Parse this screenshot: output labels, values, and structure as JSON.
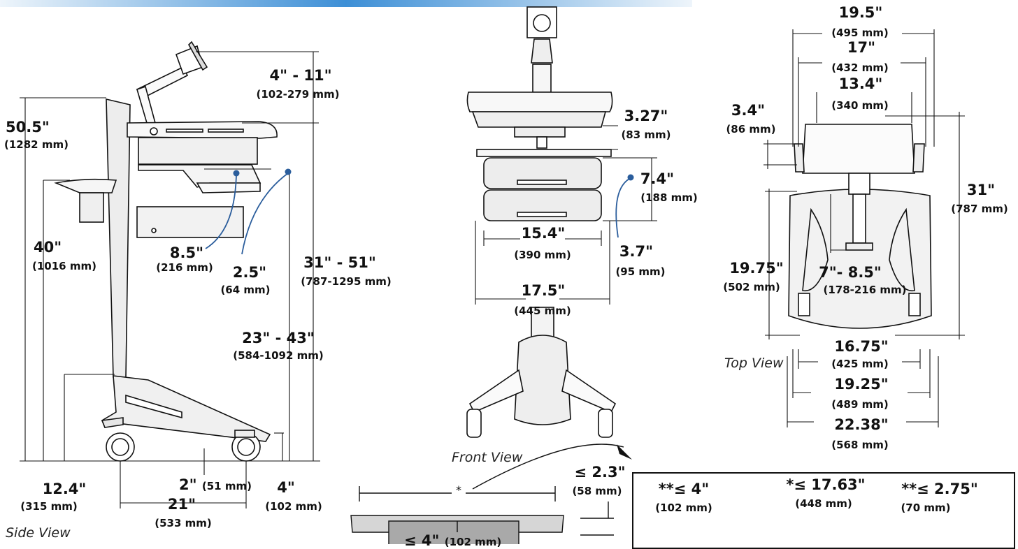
{
  "header_band": {
    "colors": [
      "#e8f1fa",
      "#3d8fd6",
      "#e8f1fa"
    ]
  },
  "views": {
    "side": "Side View",
    "front": "Front View",
    "top": "Top View"
  },
  "side": {
    "d_4_11": {
      "v": "4\" - 11\"",
      "mm": "(102-279 mm)"
    },
    "d_50_5": {
      "v": "50.5\"",
      "mm": "(1282 mm)"
    },
    "d_40": {
      "v": "40\"",
      "mm": "(1016 mm)"
    },
    "d_8_5": {
      "v": "8.5\"",
      "mm": "(216 mm)"
    },
    "d_2_5": {
      "v": "2.5\"",
      "mm": "(64 mm)"
    },
    "d_31_51": {
      "v": "31\" - 51\"",
      "mm": "(787-1295 mm)"
    },
    "d_23_43": {
      "v": "23\" - 43\"",
      "mm": "(584-1092 mm)"
    },
    "d_12_4": {
      "v": "12.4\"",
      "mm": "(315 mm)"
    },
    "d_2": {
      "v": "2\"",
      "mm": "(51 mm)"
    },
    "d_21": {
      "v": "21\"",
      "mm": "(533 mm)"
    },
    "d_4": {
      "v": "4\"",
      "mm": "(102 mm)"
    }
  },
  "front": {
    "d_3_27": {
      "v": "3.27\"",
      "mm": "(83 mm)"
    },
    "d_7_4": {
      "v": "7.4\"",
      "mm": "(188 mm)"
    },
    "d_15_4": {
      "v": "15.4\"",
      "mm": "(390 mm)"
    },
    "d_3_7": {
      "v": "3.7\"",
      "mm": "(95 mm)"
    },
    "d_17_5": {
      "v": "17.5\"",
      "mm": "(445 mm)"
    }
  },
  "top": {
    "d_19_5": {
      "v": "19.5\"",
      "mm": "(495 mm)"
    },
    "d_17": {
      "v": "17\"",
      "mm": "(432 mm)"
    },
    "d_13_4": {
      "v": "13.4\"",
      "mm": "(340 mm)"
    },
    "d_3_4": {
      "v": "3.4\"",
      "mm": "(86 mm)"
    },
    "d_31": {
      "v": "31\"",
      "mm": "(787 mm)"
    },
    "d_19_75": {
      "v": "19.75\"",
      "mm": "(502 mm)"
    },
    "d_7_8_5": {
      "v": "7\"- 8.5\"",
      "mm": "(178-216 mm)"
    },
    "d_16_75": {
      "v": "16.75\"",
      "mm": "(425 mm)"
    },
    "d_19_25": {
      "v": "19.25\"",
      "mm": "(489 mm)"
    },
    "d_22_38": {
      "v": "22.38\"",
      "mm": "(568 mm)"
    }
  },
  "drawer": {
    "star": "*",
    "d_le_2_3": {
      "v": "≤ 2.3\"",
      "mm": "(58 mm)"
    },
    "d_le_4": {
      "v": "≤ 4\"",
      "mm": "(102 mm)"
    }
  },
  "detail": {
    "d_le_4": {
      "v": "**≤ 4\"",
      "mm": "(102 mm)"
    },
    "d_le_17_63": {
      "v": "*≤ 17.63\"",
      "mm": "(448 mm)"
    },
    "d_le_2_75": {
      "v": "**≤ 2.75\"",
      "mm": "(70 mm)"
    }
  }
}
